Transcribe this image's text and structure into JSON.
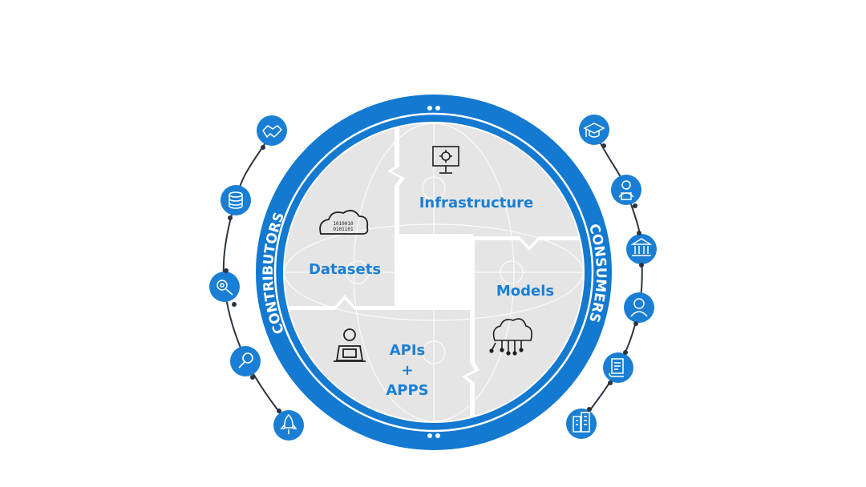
{
  "ring": {
    "left_label": "CONTRIBUTORS",
    "right_label": "CONSUMERS"
  },
  "sections": {
    "infrastructure": "Infrastructure",
    "datasets": "Datasets",
    "models": "Models",
    "apis_line1": "APIs",
    "apis_line2": "+",
    "apis_line3": "APPS"
  },
  "contributors": [
    {
      "icon": "handshake-icon"
    },
    {
      "icon": "database-icon"
    },
    {
      "icon": "settings-tools-icon"
    },
    {
      "icon": "search-icon"
    },
    {
      "icon": "rocket-icon"
    }
  ],
  "consumers": [
    {
      "icon": "graduation-cap-icon"
    },
    {
      "icon": "presenter-icon"
    },
    {
      "icon": "bank-icon"
    },
    {
      "icon": "user-icon"
    },
    {
      "icon": "document-scroll-icon"
    },
    {
      "icon": "buildings-icon"
    }
  ],
  "colors": {
    "ring": "#1379d1",
    "badge": "#1a7fd4",
    "label": "#1a7fd4",
    "quadrant": "#e5e5e5",
    "connector": "#2b3440"
  }
}
